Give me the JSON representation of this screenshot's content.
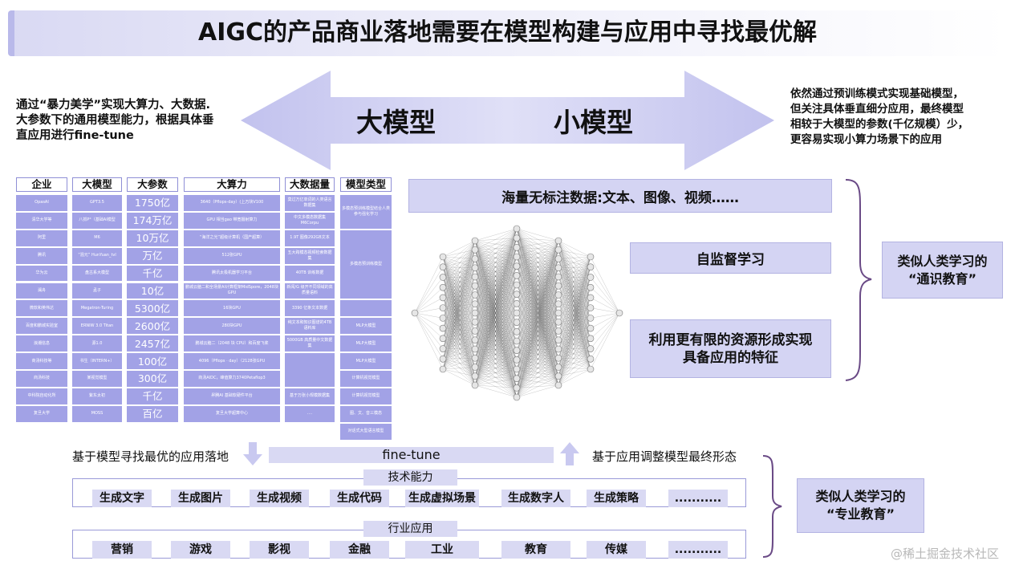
{
  "title": "AIGC的产品商业落地需要在模型构建与应用中寻找最优解",
  "left_text": [
    "通过“暴力美学”实现大算力、大数据.",
    "大参数下的通用模型能力，根据具体垂",
    "直应用进行fine-tune"
  ],
  "right_text": [
    "依然通过预训练模式实现基础模型，",
    "但关注具体垂直细分应用，最终模型",
    "相较于大模型的参数(千亿规模）少，",
    "更容易实现小算力场景下的应用"
  ],
  "arrow": {
    "left_label": "大模型",
    "right_label": "小模型"
  },
  "table": {
    "headers": [
      "企业",
      "大模型",
      "大参数",
      "大算力",
      "大数据量",
      "模型类型"
    ],
    "rows": [
      {
        "company": "OpasAI",
        "model": "GPT3.5",
        "params": "1750亿",
        "compute": "3640（Pflops-day）(上万块V100",
        "data": "莫过万亿单词的人类语言数据集"
      },
      {
        "company": "清华大学等",
        "model": "八抓P°（基础AI模型",
        "params": "174万亿",
        "compute": "GPU 相当gao 带宽摄射算力",
        "data": "中文多模态数据集 M6Corpu"
      },
      {
        "company": "阿里",
        "model": "M6",
        "params": "10万亿",
        "compute": "“海洋之光”超级计算机（国产超算）",
        "data": "1.9T 图像292GB文本"
      },
      {
        "company": "腾讯",
        "model": "“混元” HunYuan_tvl",
        "params": "万亿",
        "compute": "512张GPU",
        "data": "五大跨模态视频检索数据集"
      },
      {
        "company": "华为云",
        "model": "盘古系大模型",
        "params": "千亿",
        "compute": "腾讯太极机器学习平台",
        "data": "40TB 训练数据"
      },
      {
        "company": "澜舟",
        "model": "孟子",
        "params": "10亿",
        "compute": "鹏城云脑二和全场景AI计算框架MidSpore，2048块 GPU",
        "data": "新闻/G 级开不同领域的高质量语料"
      },
      {
        "company": "微软和英伟达",
        "model": "Megatron-Turing",
        "params": "5300亿",
        "compute": "16块GPU",
        "data": "3390 亿条文本数据"
      },
      {
        "company": "百度和鹏城实验室",
        "model": "ERNIW 3.0 Titan",
        "params": "2600亿",
        "compute": "280块GPU",
        "data": "纯文本和知识图谱的4TB语料库"
      },
      {
        "company": "浪潮信息",
        "model": "源1.0",
        "params": "2457亿",
        "compute": "鹏城云脑二（2048 块 CPU）和百度飞桨",
        "data": "5000GB 高质量中文数据集"
      },
      {
        "company": "商汤科技等",
        "model": "书生（INTERN+）",
        "params": "100亿",
        "compute": "4096（Pflops · day）（2128张GPU",
        "data": ""
      },
      {
        "company": "商汤科技",
        "model": "某视觉模型",
        "params": "300亿",
        "compute": "商汤AIDC，峰值算力3740Petaflop3",
        "data": "...."
      },
      {
        "company": "中科院自动化所",
        "model": "紫东太初",
        "params": "千亿",
        "compute": "昇腾AI 基础软硬件平台",
        "data": "基于万张小规模数据集"
      },
      {
        "company": "复旦大学",
        "model": "MOSS",
        "params": "百亿",
        "compute": "复旦大学超算中心",
        "data": "...."
      }
    ],
    "model_types": [
      {
        "label": "多模态预训练模型结合人类参与强化学习",
        "rows": 2
      },
      {
        "label": "多模态预训练模型",
        "rows": 4
      },
      {
        "label": "",
        "rows": 1
      },
      {
        "label": "MLP大模型",
        "rows": 1
      },
      {
        "label": "MLP大模型",
        "rows": 1
      },
      {
        "label": "MLP大模型",
        "rows": 1
      },
      {
        "label": "计算机视觉模型",
        "rows": 1
      },
      {
        "label": "计算机视觉模型",
        "rows": 1
      },
      {
        "label": "图、文、音三模态",
        "rows": 1
      },
      {
        "label": "对话式大型语言模型",
        "rows": 1
      }
    ]
  },
  "diagram": {
    "data_box": "海量无标注数据:文本、图像、视频……",
    "self_supervised_box": "自监督学习",
    "limited_resources_box": [
      "利用更有限的资源形成实现",
      "具备应用的特征"
    ],
    "general_education_box": [
      "类似人类学习的",
      "“通识教育”"
    ]
  },
  "bottom": {
    "left_caption": "基于模型寻找最优的应用落地",
    "middle_caption": "fine-tune",
    "right_caption": "基于应用调整模型最终形态",
    "tech_label": "技术能力",
    "tech_items": [
      "生成文字",
      "生成图片",
      "生成视频",
      "生成代码",
      "生成虚拟场景",
      "生成数字人",
      "生成策略",
      "..........."
    ],
    "industry_label": "行业应用",
    "industry_items": [
      "营销",
      "游戏",
      "影视",
      "金融",
      "工业",
      "教育",
      "传媒",
      "..........."
    ],
    "professional_box": [
      "类似人类学习的",
      "“专业教育”"
    ]
  },
  "watermark": "@稀土掘金技术社区",
  "colors": {
    "lavender": "#a2a2e6",
    "light_lavender": "#d4d4f3",
    "arrow": "#c9c9f0",
    "bracket": "#6a4a86"
  }
}
